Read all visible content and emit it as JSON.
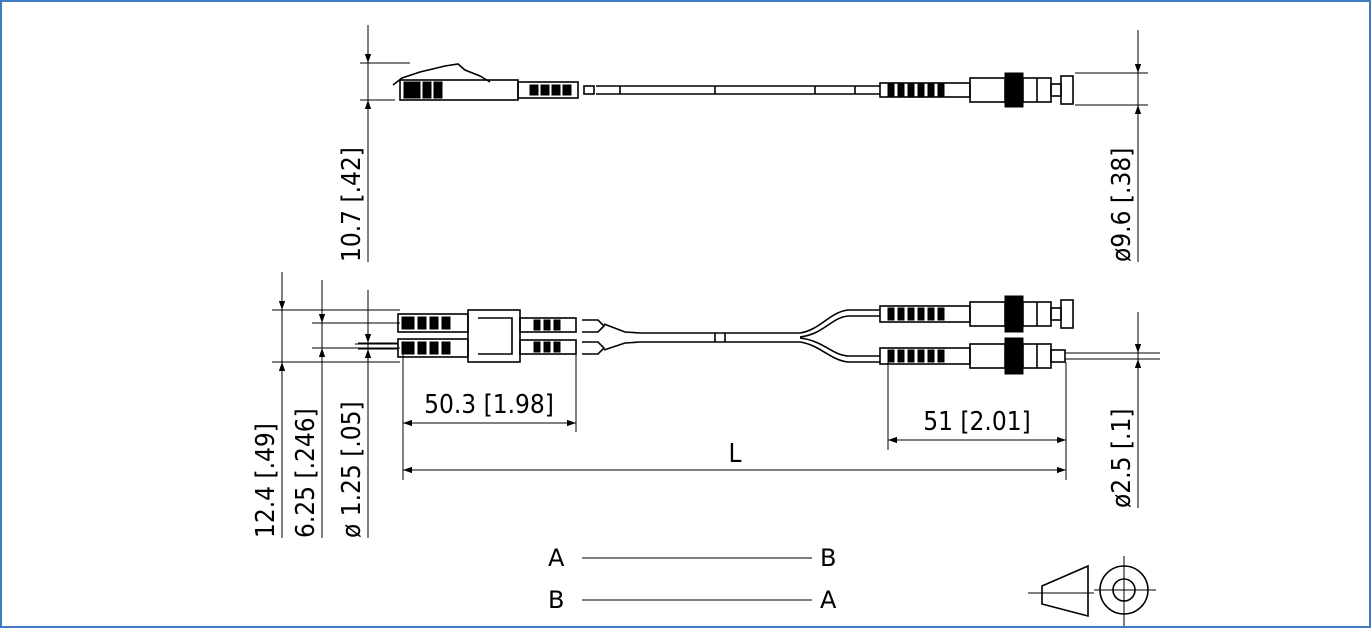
{
  "colors": {
    "frame_border": "#3f7cbf",
    "ink": "#000000",
    "background": "#ffffff"
  },
  "top_view": {
    "left_height_dim": "10.7 [.42]",
    "right_diameter_dim": "ø9.6 [.38]"
  },
  "duplex_view": {
    "overall_height_dim": "12.4 [.49]",
    "pitch_dim": "6.25 [.246]",
    "ferrule_diameter_dim": "ø 1.25 [.05]",
    "lc_length_dim": "50.3 [1.98]",
    "st_length_dim": "51 [2.01]",
    "total_length_dim": "L",
    "cable_diameter_dim": "ø2.5 [.1]"
  },
  "polarity": {
    "row1_left": "A",
    "row1_right": "B",
    "row2_left": "B",
    "row2_right": "A"
  },
  "icons": {
    "projection": "third-angle-projection-icon"
  }
}
